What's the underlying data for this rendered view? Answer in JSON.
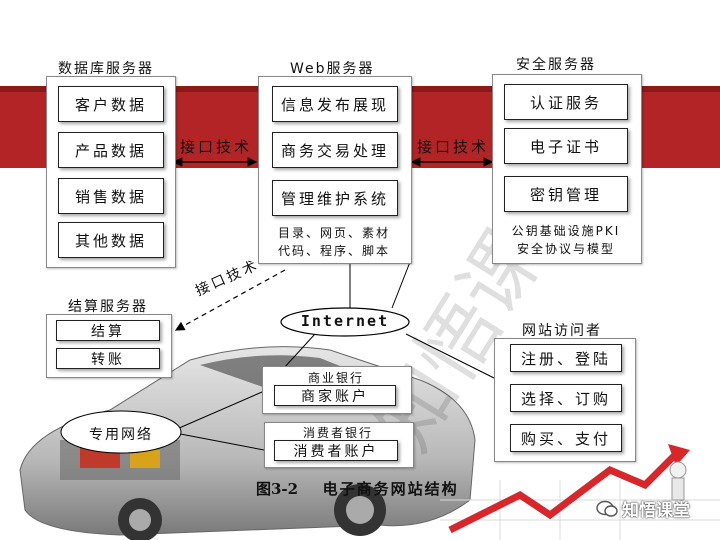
{
  "db_server": {
    "title": "数据库服务器",
    "items": [
      "客户数据",
      "产品数据",
      "销售数据",
      "其他数据"
    ]
  },
  "web_server": {
    "title": "Web服务器",
    "items": [
      "信息发布展现",
      "商务交易处理",
      "管理维护系统"
    ],
    "note_line1": "目录、网页、素材",
    "note_line2": "代码、程序、脚本"
  },
  "security_server": {
    "title": "安全服务器",
    "items": [
      "认证服务",
      "电子证书",
      "密钥管理"
    ],
    "note_line1": "公钥基础设施PKI",
    "note_line2": "安全协议与模型"
  },
  "interface_label": "接口技术",
  "settlement_server": {
    "title": "结算服务器",
    "items": [
      "结算",
      "转账"
    ]
  },
  "internet_label": "Internet",
  "visitor": {
    "title": "网站访问者",
    "items": [
      "注册、登陆",
      "选择、订购",
      "购买、支付"
    ]
  },
  "private_network_label": "专用网络",
  "commercial_bank": {
    "title": "商业银行",
    "account": "商家账户"
  },
  "consumer_bank": {
    "title": "消费者银行",
    "account": "消费者账户"
  },
  "caption": {
    "figure": "图3-2",
    "text": "电子商务网站结构"
  },
  "watermark": "知悟课堂",
  "logo_text": "知悟课堂",
  "colors": {
    "band": "#b22425",
    "arrow": "#d8262a"
  }
}
